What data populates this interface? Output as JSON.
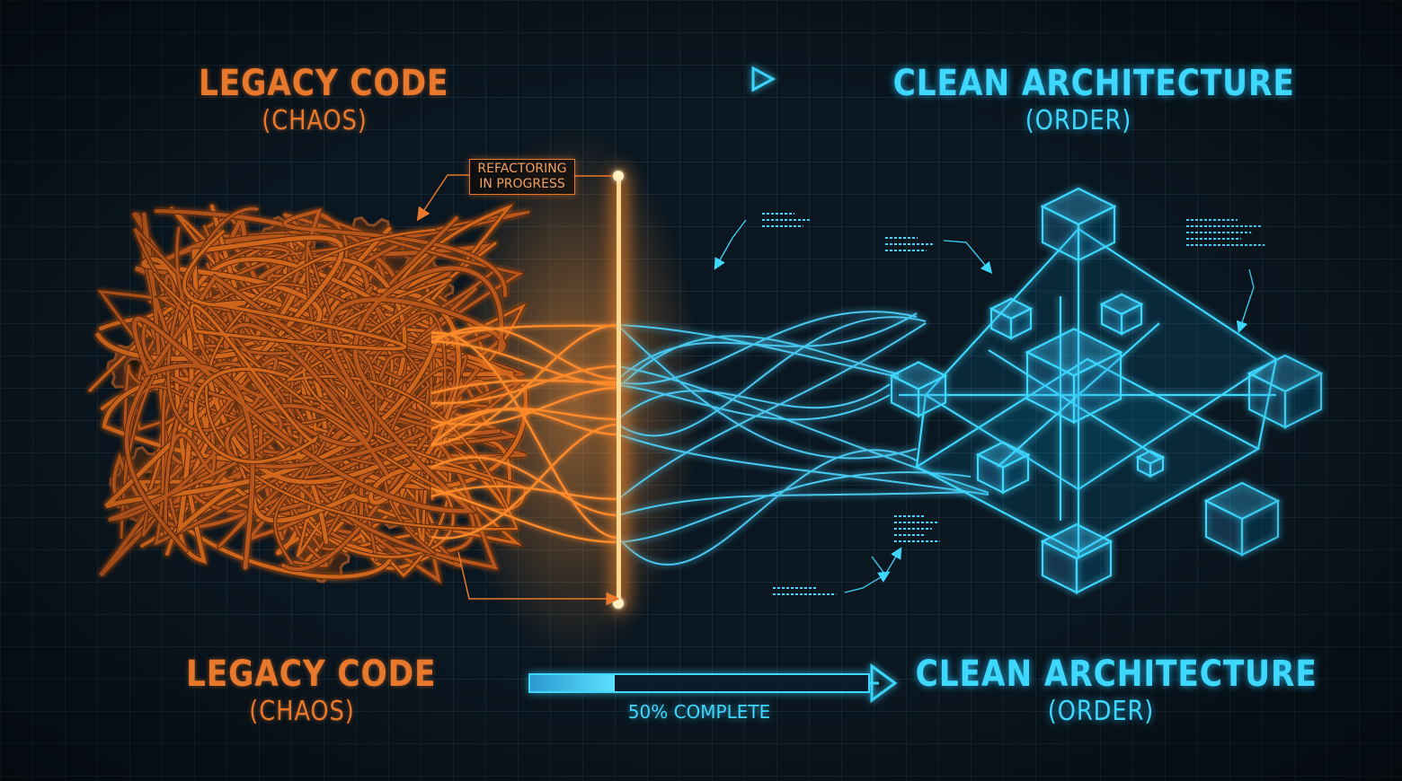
{
  "left_title": "LEGACY CODE",
  "left_subtitle": "(CHAOS)",
  "right_title": "CLEAN ARCHITECTURE",
  "right_subtitle": "(ORDER)",
  "callout": {
    "line1": "REFACTORING",
    "line2": "IN PROGRESS"
  },
  "bottom_left_title": "LEGACY CODE",
  "bottom_left_subtitle": "(CHAOS)",
  "bottom_right_title": "CLEAN ARCHITECTURE",
  "bottom_right_subtitle": "(ORDER)",
  "progress": {
    "label": "50% COMPLETE",
    "fraction": 0.5
  },
  "colors": {
    "chaos": "#e8782c",
    "order": "#3ed8ff",
    "barrier": "#ffb060",
    "background": "#0a1620"
  }
}
